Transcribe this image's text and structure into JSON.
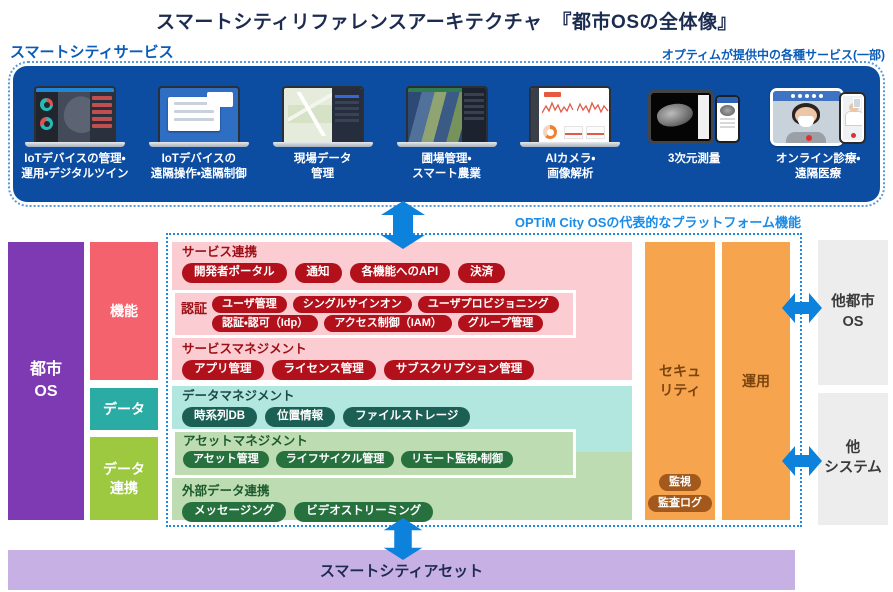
{
  "title": "スマートシティリファレンスアーキテクチャ　『都市OSの全体像』",
  "services": {
    "label": "スマートシティサービス",
    "provider_note": "オプティムが提供中の各種サービス(一部)",
    "panel_color": "#0c4da2",
    "items": [
      {
        "icon": "laptop-iot-digital-twin",
        "label": "IoTデバイスの管理・\n運用・デジタルツイン"
      },
      {
        "icon": "laptop-remote-control",
        "label": "IoTデバイスの\n遠隔操作・遠隔制御"
      },
      {
        "icon": "laptop-field-data",
        "label": "現場データ\n管理"
      },
      {
        "icon": "laptop-smart-agriculture",
        "label": "圃場管理・\nスマート農業"
      },
      {
        "icon": "laptop-ai-camera",
        "label": "AIカメラ・\n画像解析"
      },
      {
        "icon": "tablet-3d-survey",
        "label": "3次元測量"
      },
      {
        "icon": "tablet-telemedicine",
        "label": "オンライン診療・\n遠隔医療"
      }
    ]
  },
  "platform": {
    "label": "OPTiM City OSの代表的なプラットフォーム機能",
    "accent_blue": "#1a8ce8",
    "service_collaboration": {
      "title": "サービス連携",
      "pills": [
        "開発者ポータル",
        "通知",
        "各機能へのAPI",
        "決済"
      ]
    },
    "auth": {
      "title": "認証",
      "pills_row1": [
        "ユーザ管理",
        "シングルサインオン",
        "ユーザプロビジョニング"
      ],
      "pills_row2": [
        "認証・認可（Idp）",
        "アクセス制御（IAM）",
        "グループ管理"
      ]
    },
    "service_management": {
      "title": "サービスマネジメント",
      "pills": [
        "アプリ管理",
        "ライセンス管理",
        "サブスクリプション管理"
      ]
    },
    "data_management": {
      "title": "データマネジメント",
      "pills": [
        "時系列DB",
        "位置情報",
        "ファイルストレージ"
      ]
    },
    "asset_management": {
      "title": "アセットマネジメント",
      "pills": [
        "アセット管理",
        "ライフサイクル管理",
        "リモート監視・制御"
      ]
    },
    "external_data": {
      "title": "外部データ連携",
      "pills": [
        "メッセージング",
        "ビデオストリーミング"
      ]
    },
    "security": {
      "title": "セキュ\nリティ",
      "pills": [
        "監視",
        "監査ログ"
      ]
    },
    "operation": {
      "title": "運用"
    }
  },
  "left_rail": {
    "city_os": "都市\nOS",
    "layers": [
      {
        "label": "機能",
        "color": "#f4626e"
      },
      {
        "label": "データ",
        "color": "#2aaca4"
      },
      {
        "label": "データ\n連携",
        "color": "#9cc93f"
      }
    ]
  },
  "external_boxes": {
    "other_city_os": "他都市\nOS",
    "other_system": "他\nシステム"
  },
  "bottom": {
    "asset_bar": "スマートシティアセット"
  },
  "colors": {
    "pill_red": "#b2111b",
    "pill_teal": "#1c5f55",
    "pill_green": "#27713f",
    "pill_orange": "#a2591b",
    "panel_pink": "#fbccd2",
    "panel_teal": "#b2e7e0",
    "panel_green": "#bedcb2",
    "column_orange": "#f6a54e",
    "city_os_purple": "#7e3ab3",
    "asset_bar_purple": "#c7b1e4",
    "arrow_blue": "#0d82dc",
    "dashed_border_blue": "#1e88e5",
    "services_navy": "#0c4da2"
  }
}
